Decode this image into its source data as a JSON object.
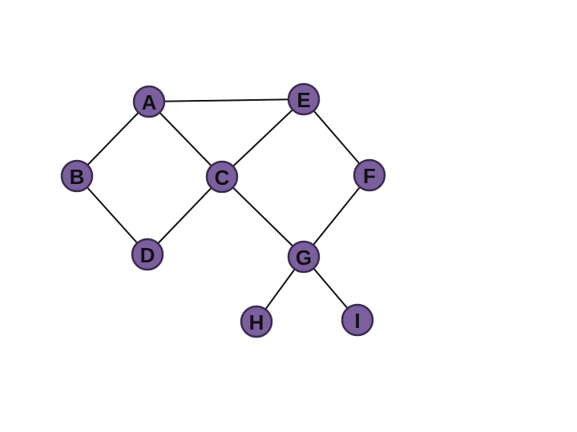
{
  "graph": {
    "node_color": "#7b5f9f",
    "nodes": [
      "A",
      "B",
      "C",
      "D",
      "E",
      "F",
      "G",
      "H",
      "I"
    ],
    "edges": [
      [
        "A",
        "E"
      ],
      [
        "A",
        "B"
      ],
      [
        "A",
        "C"
      ],
      [
        "E",
        "C"
      ],
      [
        "E",
        "F"
      ],
      [
        "B",
        "D"
      ],
      [
        "C",
        "D"
      ],
      [
        "C",
        "G"
      ],
      [
        "F",
        "G"
      ],
      [
        "G",
        "H"
      ],
      [
        "G",
        "I"
      ]
    ]
  }
}
